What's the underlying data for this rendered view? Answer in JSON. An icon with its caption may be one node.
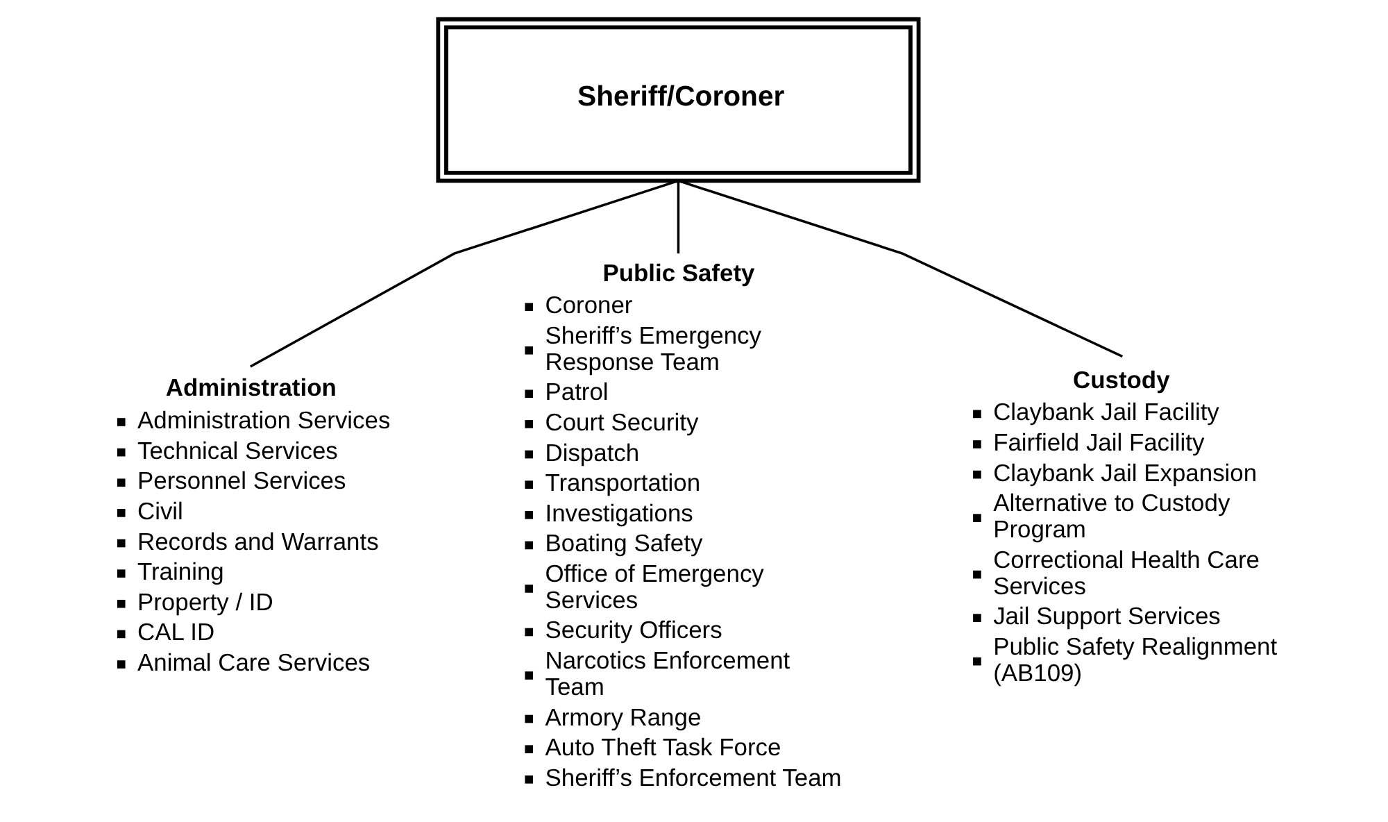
{
  "diagram": {
    "nodes": [
      {
        "text": [
          "Sheriff/Coroner"
        ]
      },
      {
        "text": [
          "Administration",
          "Administration Services",
          "Technical Services",
          "Personnel Services",
          "Civil",
          "Records and Warrants",
          "Training",
          "Property / ID",
          "CAL ID",
          "Animal Care Services"
        ]
      },
      {
        "text": [
          "Public Safety",
          "Coroner",
          "Sheriff’s Emergency Response Team",
          "Patrol",
          "Court Security",
          "Dispatch",
          "Transportation",
          "Investigations",
          "Boating Safety",
          "Office of Emergency Services",
          "Security Officers",
          "Narcotics Enforcement  Team",
          "Armory Range",
          "Auto Theft Task Force",
          "Sheriff’s Enforcement Team"
        ]
      },
      {
        "text": [
          "Custody",
          "Claybank Jail Facility",
          "Fairfield Jail Facility",
          "Claybank Jail Expansion",
          "Alternative to Custody Program",
          "Correctional Health Care Services",
          "Jail Support Services",
          "Public Safety Realignment (AB109)"
        ]
      }
    ],
    "edges": [
      {
        "from": 0,
        "to": 1,
        "arrow": "none"
      },
      {
        "from": 0,
        "to": 2,
        "arrow": "none"
      },
      {
        "from": 0,
        "to": 3,
        "arrow": "none"
      }
    ]
  }
}
